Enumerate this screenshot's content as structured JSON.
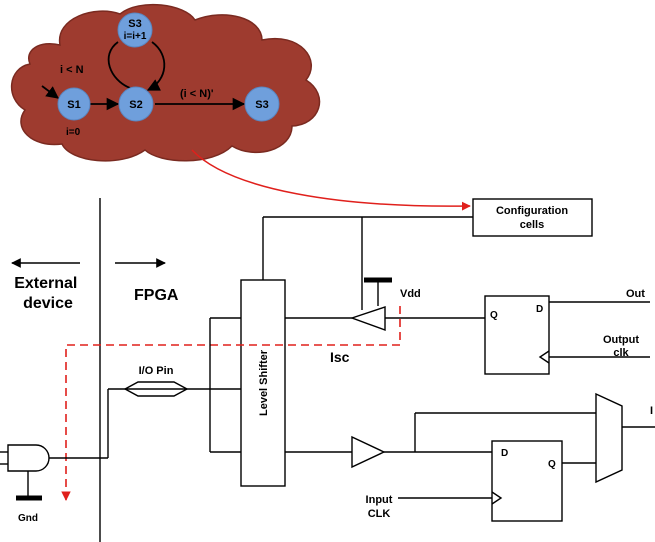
{
  "fsm": {
    "states": {
      "s1": "S1",
      "s2": "S2",
      "s3_top": "S3",
      "s3_right": "S3"
    },
    "labels": {
      "increment": "i=i+1",
      "loop_condition": "i < N",
      "exit_condition": "(i < N)'",
      "init": "i=0"
    },
    "colors": {
      "cloud": "#9e3b2f",
      "node": "#6f9fdc"
    }
  },
  "regions": {
    "external": "External device",
    "fpga": "FPGA"
  },
  "blocks": {
    "config_cells": "Configuration cells",
    "level_shifter": "Level Shifter",
    "io_pin": "I/O Pin"
  },
  "signals": {
    "vdd": "Vdd",
    "gnd": "Gnd",
    "isc": "Isc",
    "out": "Out",
    "output_clk": "Output clk",
    "input_clk": "Input CLK",
    "in_partial": "I"
  },
  "flipflops": {
    "top": {
      "d": "D",
      "q": "Q"
    },
    "bottom": {
      "d": "D",
      "q": "Q"
    }
  },
  "colors": {
    "current_path": "#e0201c",
    "callout": "#e0201c"
  }
}
